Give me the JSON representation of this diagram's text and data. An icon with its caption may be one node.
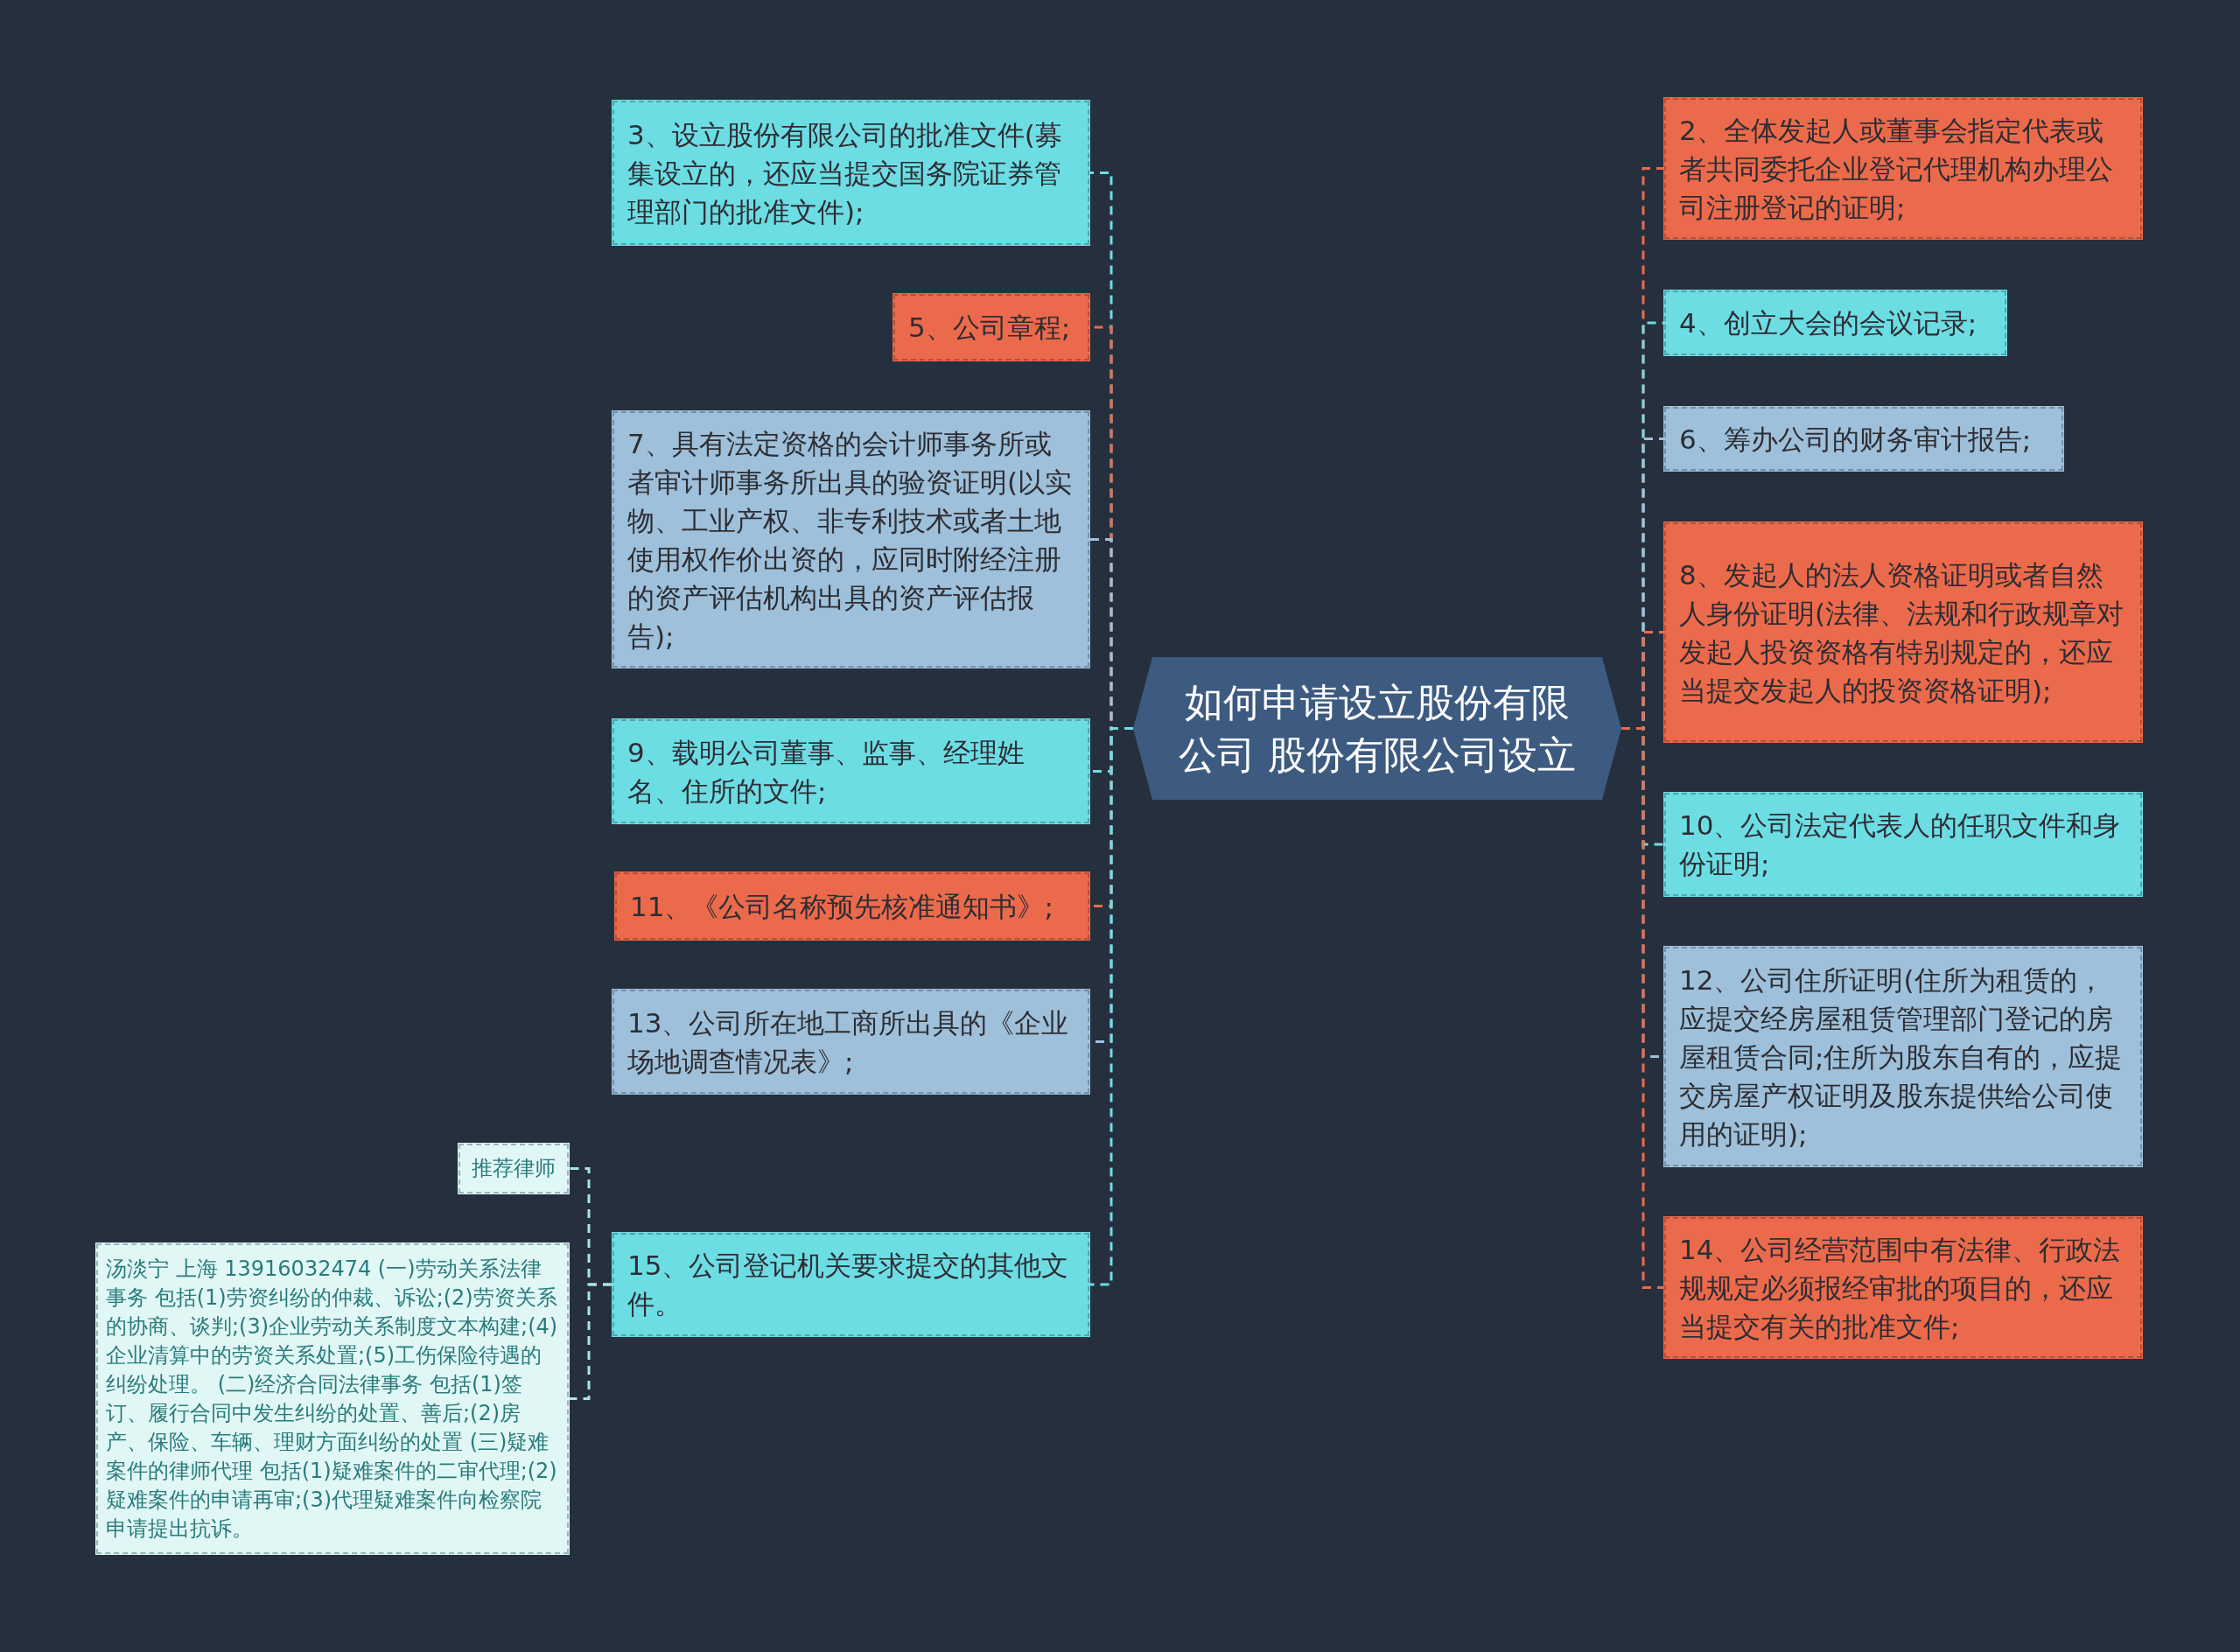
{
  "diagram": {
    "nodes": [
      {
        "text": [
          "如何申请设立股份有限公司 股份有限公司设立"
        ]
      },
      {
        "text": [
          "3、设立股份有限公司的批准文件(募集设立的，还应当提交国务院证券管理部门的批准文件);"
        ]
      },
      {
        "text": [
          "5、公司章程;"
        ]
      },
      {
        "text": [
          "7、具有法定资格的会计师事务所或者审计师事务所出具的验资证明(以实物、工业产权、非专利技术或者土地使用权作价出资的，应同时附经注册的资产评估机构出具的资产评估报告);"
        ]
      },
      {
        "text": [
          "9、载明公司董事、监事、经理姓名、住所的文件;"
        ]
      },
      {
        "text": [
          "11、《公司名称预先核准通知书》;"
        ]
      },
      {
        "text": [
          "13、公司所在地工商所出具的《企业场地调查情况表》;"
        ]
      },
      {
        "text": [
          "15、公司登记机关要求提交的其他文件。"
        ]
      },
      {
        "text": [
          "推荐律师"
        ]
      },
      {
        "text": [
          "汤淡宁 上海 13916032474 (一)劳动关系法律事务 包括(1)劳资纠纷的仲裁、诉讼;(2)劳资关系的协商、谈判;(3)企业劳动关系制度文本构建;(4)企业清算中的劳资关系处置;(5)工伤保险待遇的纠纷处理。 (二)经济合同法律事务 包括(1)签订、履行合同中发生纠纷的处置、善后;(2)房产、保险、车辆、理财方面纠纷的处置 (三)疑难案件的律师代理 包括(1)疑难案件的二审代理;(2)疑难案件的申请再审;(3)代理疑难案件向检察院申请提出抗诉。"
        ]
      },
      {
        "text": [
          "2、全体发起人或董事会指定代表或者共同委托企业登记代理机构办理公司注册登记的证明;"
        ]
      },
      {
        "text": [
          "4、创立大会的会议记录;"
        ]
      },
      {
        "text": [
          "6、筹办公司的财务审计报告;"
        ]
      },
      {
        "text": [
          "8、发起人的法人资格证明或者自然人身份证明(法律、法规和行政规章对发起人投资资格有特别规定的，还应当提交发起人的投资资格证明);"
        ]
      },
      {
        "text": [
          "10、公司法定代表人的任职文件和身份证明;"
        ]
      },
      {
        "text": [
          "12、公司住所证明(住所为租赁的，应提交经房屋租赁管理部门登记的房屋租赁合同;住所为股东自有的，应提交房屋产权证明及股东提供给公司使用的证明);"
        ]
      },
      {
        "text": [
          "14、公司经营范围中有法律、行政法规规定必须报经审批的项目的，还应当提交有关的批准文件;"
        ]
      }
    ],
    "edges": [
      {
        "from": 0,
        "to": 1,
        "arrow": "none",
        "style": "dashed",
        "color": "#6fdde4"
      },
      {
        "from": 0,
        "to": 2,
        "arrow": "none",
        "style": "dashed",
        "color": "#ec6a4c"
      },
      {
        "from": 0,
        "to": 3,
        "arrow": "none",
        "style": "dashed",
        "color": "#9ec0da"
      },
      {
        "from": 0,
        "to": 4,
        "arrow": "none",
        "style": "dashed",
        "color": "#6fdde4"
      },
      {
        "from": 0,
        "to": 5,
        "arrow": "none",
        "style": "dashed",
        "color": "#ec6a4c"
      },
      {
        "from": 0,
        "to": 6,
        "arrow": "none",
        "style": "dashed",
        "color": "#9ec0da"
      },
      {
        "from": 0,
        "to": 7,
        "arrow": "none",
        "style": "dashed",
        "color": "#6fdde4"
      },
      {
        "from": 7,
        "to": 8,
        "arrow": "none",
        "style": "dashed",
        "color": "#a8e6e6"
      },
      {
        "from": 7,
        "to": 9,
        "arrow": "none",
        "style": "dashed",
        "color": "#a8e6e6"
      },
      {
        "from": 0,
        "to": 10,
        "arrow": "none",
        "style": "dashed",
        "color": "#ec6a4c"
      },
      {
        "from": 0,
        "to": 11,
        "arrow": "none",
        "style": "dashed",
        "color": "#6fdde4"
      },
      {
        "from": 0,
        "to": 12,
        "arrow": "none",
        "style": "dashed",
        "color": "#9ec0da"
      },
      {
        "from": 0,
        "to": 13,
        "arrow": "none",
        "style": "dashed",
        "color": "#ec6a4c"
      },
      {
        "from": 0,
        "to": 14,
        "arrow": "none",
        "style": "dashed",
        "color": "#6fdde4"
      },
      {
        "from": 0,
        "to": 15,
        "arrow": "none",
        "style": "dashed",
        "color": "#9ec0da"
      },
      {
        "from": 0,
        "to": 16,
        "arrow": "none",
        "style": "dashed",
        "color": "#ec6a4c"
      }
    ]
  }
}
